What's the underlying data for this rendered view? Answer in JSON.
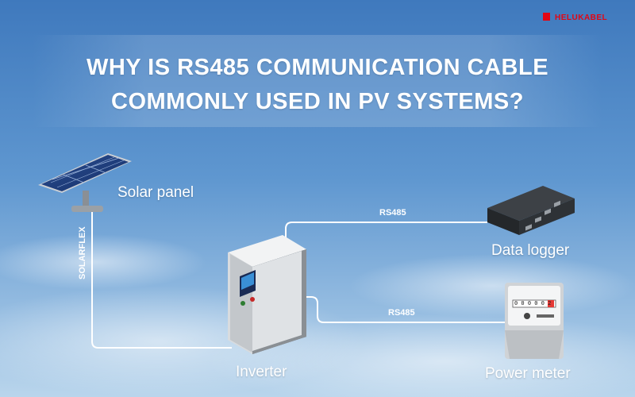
{
  "brand": {
    "name": "HELUKABEL",
    "color": "#e30613"
  },
  "title": {
    "line1": "WHY IS RS485 COMMUNICATION CABLE",
    "line2": "COMMONLY USED IN PV SYSTEMS?"
  },
  "labels": {
    "solar_panel": "Solar panel",
    "inverter": "Inverter",
    "data_logger": "Data logger",
    "power_meter": "Power meter"
  },
  "cables": {
    "solar_to_inverter": "SOLARFLEX",
    "inverter_to_logger": "RS485",
    "inverter_to_meter": "RS485"
  },
  "meter_reading": "0 0 0 0 0 2",
  "colors": {
    "sky_top": "#4f86c4",
    "sky_bottom": "#a7c9e6",
    "cable": "#ffffff",
    "accent": "#e30613"
  }
}
